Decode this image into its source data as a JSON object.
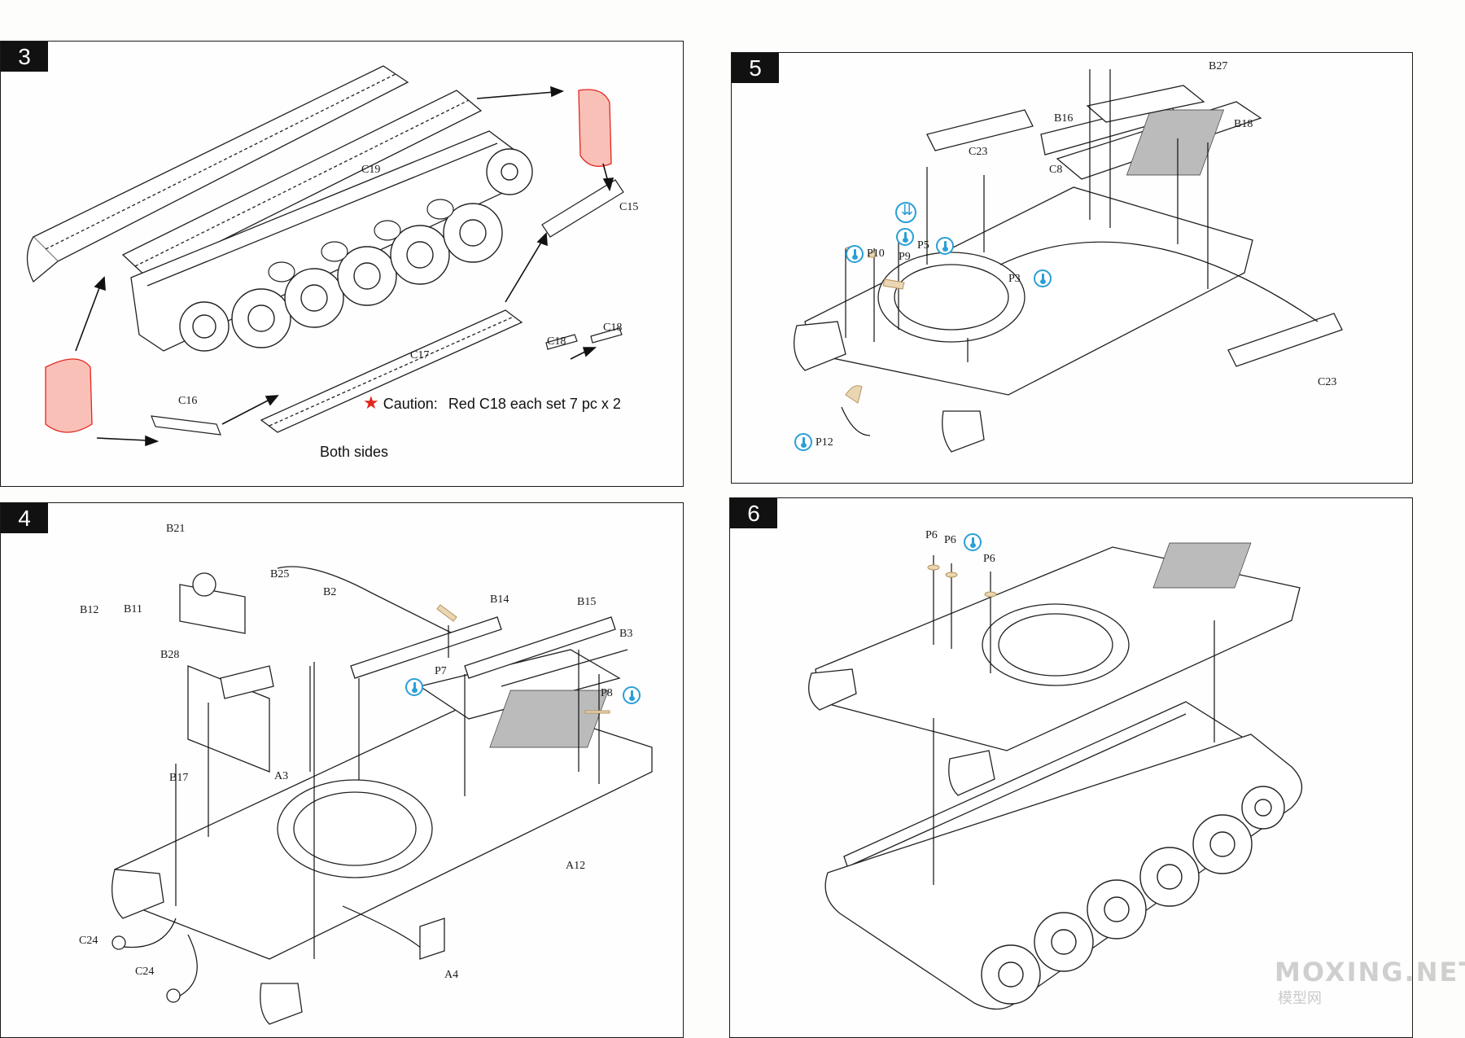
{
  "steps": {
    "s3": {
      "number": "3",
      "labels": {
        "c19": "C19",
        "c15": "C15",
        "c17": "C17",
        "c16": "C16",
        "c18a": "C18",
        "c18b": "C18"
      },
      "caution_label": "Caution:",
      "caution_text": "Red C18 each set 7 pc x 2",
      "both_sides": "Both sides",
      "caution_color": "#e3261c",
      "highlight_color": "#f07a6a"
    },
    "s4": {
      "number": "4",
      "labels": {
        "b21": "B21",
        "b25": "B25",
        "b12": "B12",
        "b11": "B11",
        "b28": "B28",
        "b2": "B2",
        "b14": "B14",
        "b15": "B15",
        "b3": "B3",
        "p7": "P7",
        "p8": "P8",
        "a3": "A3",
        "b17": "B17",
        "a12": "A12",
        "c24a": "C24",
        "c24b": "C24",
        "a4": "A4"
      }
    },
    "s5": {
      "number": "5",
      "labels": {
        "b27": "B27",
        "b16": "B16",
        "b18": "B18",
        "c23a": "C23",
        "c8": "C8",
        "p10": "P10",
        "p9": "P9",
        "p5": "P5",
        "p3": "P3",
        "c23b": "C23",
        "p12": "P12"
      }
    },
    "s6": {
      "number": "6",
      "labels": {
        "p6a": "P6",
        "p6b": "P6",
        "p6c": "P6"
      }
    }
  },
  "watermark": {
    "main": "MOXING.NET",
    "sub": "模型网"
  },
  "icons": {
    "photo_etch": "photo-etch-icon",
    "flip": "flip-over-icon",
    "star": "star-icon"
  }
}
